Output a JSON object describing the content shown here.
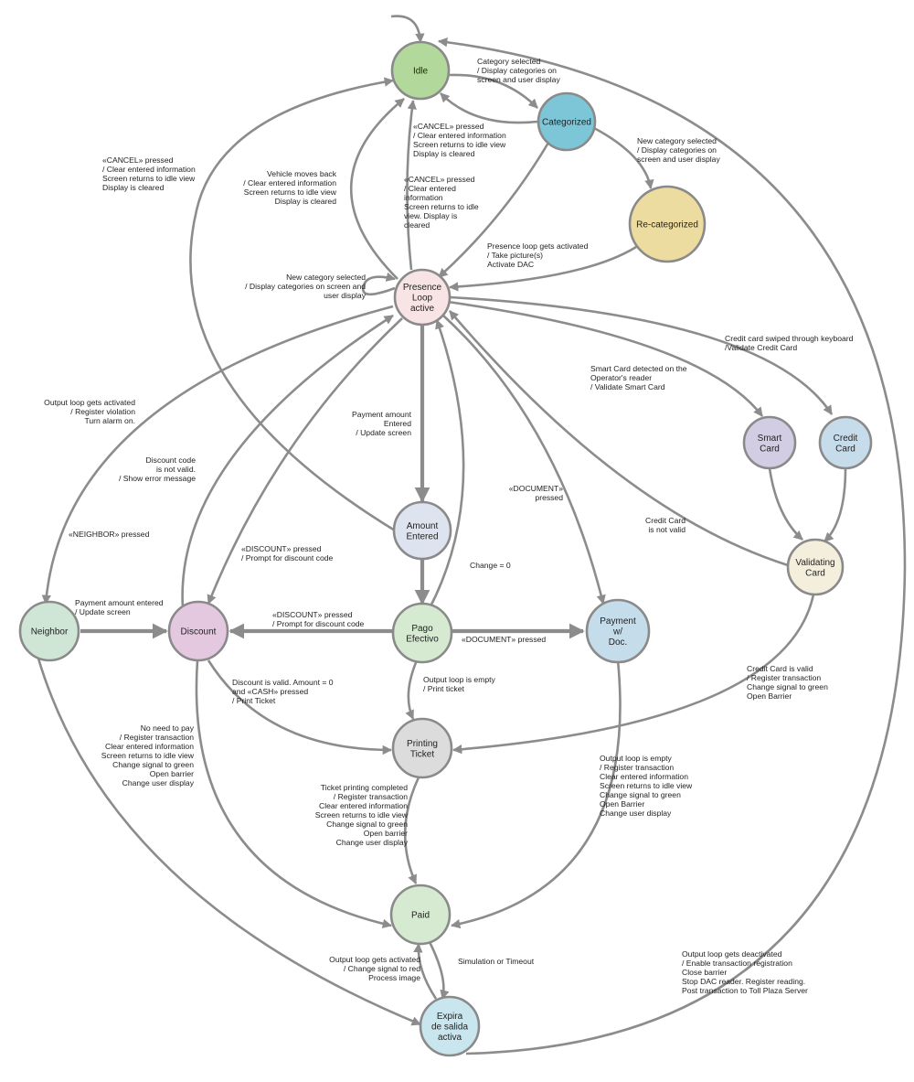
{
  "nodes": [
    {
      "id": "idle",
      "lines": [
        "Idle"
      ],
      "color": "#b3d89c"
    },
    {
      "id": "categorized",
      "lines": [
        "Categorized"
      ],
      "color": "#7cc6d8"
    },
    {
      "id": "recategorized",
      "lines": [
        "Re-categorized"
      ],
      "color": "#ecdca0"
    },
    {
      "id": "presence",
      "lines": [
        "Presence",
        "Loop",
        "active"
      ],
      "color": "#f8e4e4"
    },
    {
      "id": "smartcard",
      "lines": [
        "Smart",
        "Card"
      ],
      "color": "#d3cde4"
    },
    {
      "id": "creditcard",
      "lines": [
        "Credit",
        "Card"
      ],
      "color": "#c7dcea"
    },
    {
      "id": "validating",
      "lines": [
        "Validating",
        "Card"
      ],
      "color": "#f4efdc"
    },
    {
      "id": "amount",
      "lines": [
        "Amount",
        "Entered"
      ],
      "color": "#dde3ef"
    },
    {
      "id": "neighbor",
      "lines": [
        "Neighbor"
      ],
      "color": "#cfe6d6"
    },
    {
      "id": "discount",
      "lines": [
        "Discount"
      ],
      "color": "#e3c8e0"
    },
    {
      "id": "pago",
      "lines": [
        "Pago",
        "Efectivo"
      ],
      "color": "#d6ead1"
    },
    {
      "id": "paymentdoc",
      "lines": [
        "Payment",
        "w/",
        "Doc."
      ],
      "color": "#c5dceb"
    },
    {
      "id": "printing",
      "lines": [
        "Printing",
        "Ticket"
      ],
      "color": "#dcdcdc"
    },
    {
      "id": "paid",
      "lines": [
        "Paid"
      ],
      "color": "#d6ead1"
    },
    {
      "id": "expira",
      "lines": [
        "Expira",
        "de salida",
        "activa"
      ],
      "color": "#c9e6ef"
    }
  ],
  "labels": [
    {
      "id": "cat-selected",
      "lines": [
        "Category selected",
        "/ Display categories on",
        "screen and user display"
      ]
    },
    {
      "id": "cancel-categorized",
      "lines": [
        "«CANCEL» pressed",
        "/ Clear entered information",
        "Screen returns to idle view",
        "Display is cleared"
      ]
    },
    {
      "id": "new-cat-selected",
      "lines": [
        "New category selected",
        "/ Display categories on",
        "screen and user  display"
      ]
    },
    {
      "id": "cancel-amount",
      "lines": [
        "«CANCEL» pressed",
        "/ Clear entered information",
        "Screen returns to idle view",
        "Display is cleared"
      ]
    },
    {
      "id": "vehicle-back",
      "lines": [
        "Vehicle moves back",
        "/ Clear entered information",
        "Screen returns to idle view",
        "Display is cleared"
      ]
    },
    {
      "id": "cancel-presence",
      "lines": [
        "«CANCEL» pressed",
        "/ Clear entered",
        "information",
        "Screen returns to idle",
        "view. Display is",
        "cleared"
      ]
    },
    {
      "id": "presence-activated",
      "lines": [
        "Presence loop gets activated",
        "/ Take picture(s)",
        "Activate DAC"
      ]
    },
    {
      "id": "new-cat-self",
      "lines": [
        "New category selected",
        "/ Display categories on screen and",
        "user  display"
      ]
    },
    {
      "id": "credit-swiped",
      "lines": [
        "Credit card swiped through keyboard",
        "/Validate Credit Card"
      ]
    },
    {
      "id": "smart-detected",
      "lines": [
        "Smart Card detected on the",
        "Operator's reader",
        "/ Validate Smart Card"
      ]
    },
    {
      "id": "output-loop-neighbor",
      "lines": [
        "Output loop gets activated",
        "/ Register violation",
        "Turn alarm on."
      ]
    },
    {
      "id": "payment-entered-update",
      "lines": [
        "Payment amount",
        "Entered",
        "/ Update screen"
      ]
    },
    {
      "id": "discount-invalid",
      "lines": [
        "Discount code",
        "is not valid.",
        "/ Show error message"
      ]
    },
    {
      "id": "document-pressed-1",
      "lines": [
        "«DOCUMENT»",
        "pressed"
      ]
    },
    {
      "id": "neighbor-pressed",
      "lines": [
        "«NEIGHBOR» pressed"
      ]
    },
    {
      "id": "discount-pressed-1",
      "lines": [
        "«DISCOUNT» pressed",
        "/ Prompt for discount code"
      ]
    },
    {
      "id": "change-zero",
      "lines": [
        "Change = 0"
      ]
    },
    {
      "id": "credit-invalid",
      "lines": [
        "Credit Card",
        "is not valid"
      ]
    },
    {
      "id": "payment-neighbor",
      "lines": [
        "Payment amount entered",
        "/ Update screen"
      ]
    },
    {
      "id": "discount-pressed-2",
      "lines": [
        "«DISCOUNT» pressed",
        "/ Prompt for discount code"
      ]
    },
    {
      "id": "document-pressed-2",
      "lines": [
        "«DOCUMENT» pressed"
      ]
    },
    {
      "id": "discount-valid",
      "lines": [
        "Discount is valid. Amount = 0",
        "and «CASH» pressed",
        "/ Print Ticket"
      ]
    },
    {
      "id": "output-empty-print",
      "lines": [
        "Output loop is empty",
        "/ Print ticket"
      ]
    },
    {
      "id": "credit-valid",
      "lines": [
        "Credit Card is valid",
        "/ Register transaction",
        "Change signal to green",
        "Open Barrier"
      ]
    },
    {
      "id": "no-need-pay",
      "lines": [
        "No need to pay",
        "/ Register transaction",
        "Clear entered information",
        "Screen returns to idle view",
        "Change signal to green",
        "Open barrier",
        "Change user display"
      ]
    },
    {
      "id": "output-empty-doc",
      "lines": [
        "Output loop is empty",
        "/ Register transaction",
        "Clear entered information",
        "Screen returns to idle view",
        "Change signal to green",
        "Open Barrier",
        "Change user display"
      ]
    },
    {
      "id": "ticket-printing-completed",
      "lines": [
        "Ticket printing completed",
        "/ Register transaction",
        "Clear entered information",
        "Screen returns to idle view",
        "Change signal to green",
        "Open barrier",
        "Change user display"
      ]
    },
    {
      "id": "output-activated-red",
      "lines": [
        "Output loop gets activated",
        "/ Change signal to red",
        "Process image"
      ]
    },
    {
      "id": "simulation-timeout",
      "lines": [
        "Simulation or Timeout"
      ]
    },
    {
      "id": "output-deactivated",
      "lines": [
        "Output loop gets deactivated",
        "/ Enable transaction registration",
        "Close barrier",
        "Stop DAC reader. Register reading.",
        "Post transaction to Toll Plaza Server"
      ]
    }
  ]
}
